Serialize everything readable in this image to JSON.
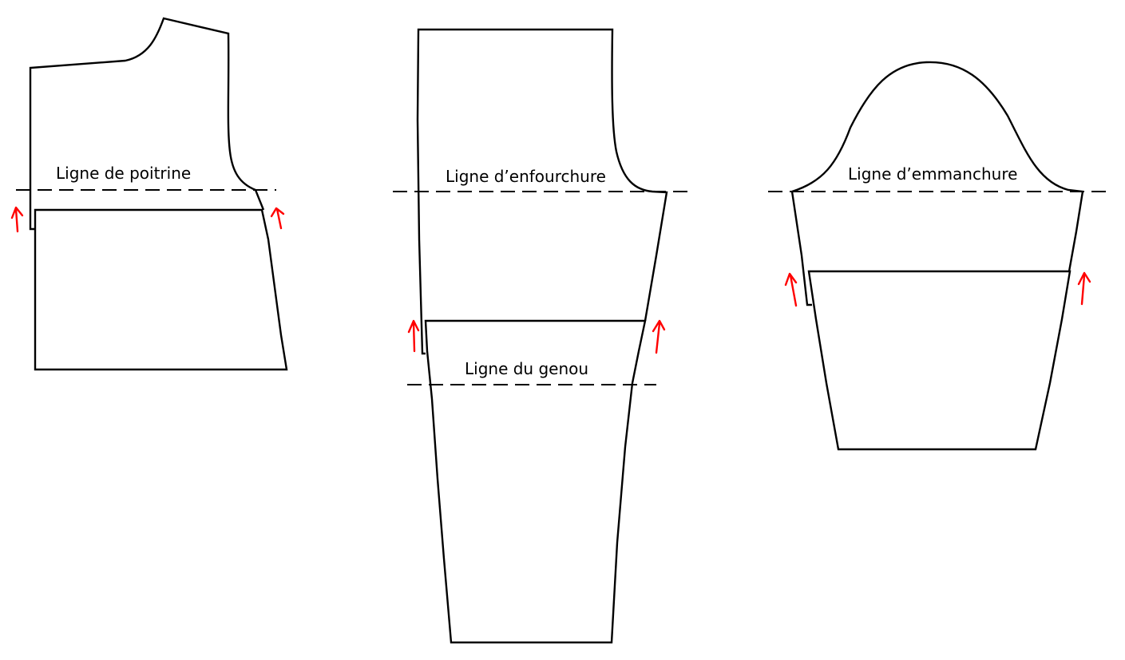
{
  "bodice": {
    "label": "Ligne de poitrine",
    "line_color": "#000000",
    "arrow_color": "#ff0000"
  },
  "trouser": {
    "crotch_label": "Ligne d’enfourchure",
    "knee_label": "Ligne du genou",
    "line_color": "#000000",
    "arrow_color": "#ff0000"
  },
  "sleeve": {
    "label": "Ligne d’emmanchure",
    "line_color": "#000000",
    "arrow_color": "#ff0000"
  }
}
